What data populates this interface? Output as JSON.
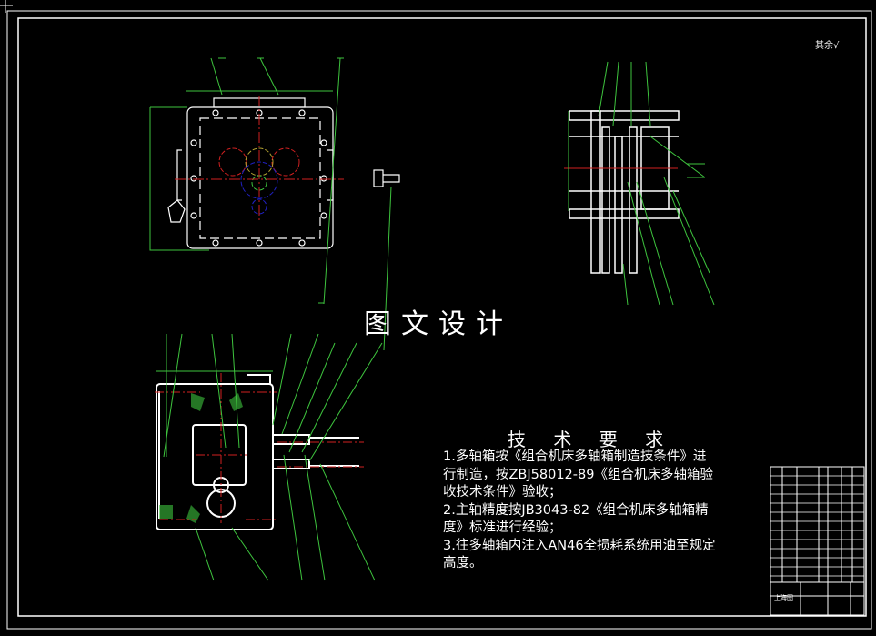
{
  "watermark": "图文设计",
  "surface_finish_note": "其余√",
  "technical_requirements": {
    "title": "技 术 要 求",
    "lines": [
      "1.多轴箱按《组合机床多轴箱制造技条件》进",
      "行制造，按ZBJ58012-89《组合机床多轴箱验",
      "收技术条件》验收；",
      "2.主轴精度按JB3043-82《组合机床多轴箱精",
      "度》标准进行经验；",
      "3.往多轴箱内注入AN46全损耗系统用油至规定",
      "高度。"
    ]
  },
  "title_block": {
    "label": "上海图"
  },
  "colors": {
    "background": "#000000",
    "outline": "#ffffff",
    "leader_lines": "#3ec43e",
    "center_lines": "#d02020",
    "pitch_circle_blue": "#2020c0",
    "pitch_circle_yellow": "#b0a030"
  }
}
